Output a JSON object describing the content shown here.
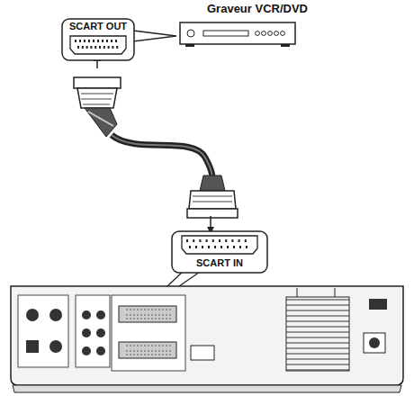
{
  "diagram": {
    "nodes": [
      {
        "text": [
          "Graveur VCR/DVD"
        ]
      },
      {
        "text": [
          "SCART OUT"
        ]
      },
      {
        "text": [
          "SCART IN"
        ]
      }
    ]
  }
}
